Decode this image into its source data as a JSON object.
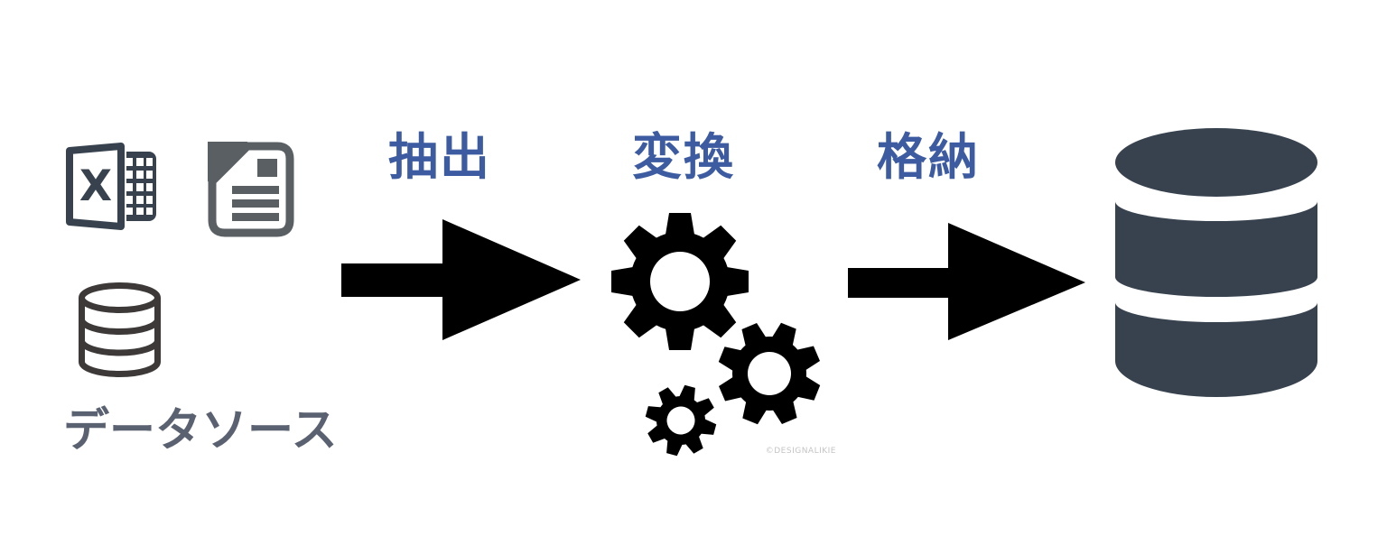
{
  "colors": {
    "label_blue": "#3d5ba0",
    "source_text_gray": "#5a6170",
    "excel_slate": "#37424e",
    "document_gray": "#595f63",
    "db_outline_dark": "#3e3939",
    "db_cylinder_slate": "#37424e",
    "arrow_black": "#000000",
    "watermark_gray": "#c4c4c4"
  },
  "source": {
    "label": "データソース",
    "icons": [
      {
        "name": "excel-file-icon",
        "letter": "X"
      },
      {
        "name": "document-file-icon"
      },
      {
        "name": "database-outline-icon"
      }
    ]
  },
  "steps": [
    {
      "id": "extract",
      "label": "抽出"
    },
    {
      "id": "transform",
      "label": "変換"
    },
    {
      "id": "load",
      "label": "格納"
    }
  ],
  "transform_box": {
    "icon": "gears-icon",
    "watermark": "©DESIGNALIKIE"
  },
  "target": {
    "icon": "database-icon"
  }
}
